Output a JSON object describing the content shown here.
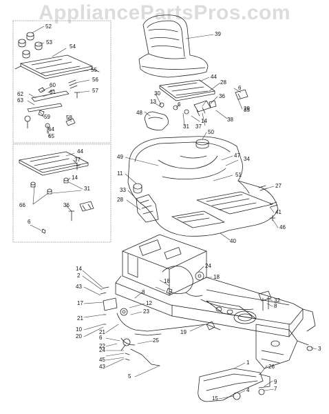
{
  "watermark": "AppliancePartsPros.com",
  "colors": {
    "line": "#222222",
    "box": "#999999",
    "background": "#ffffff",
    "watermark": "#dcdcdc"
  },
  "callouts": [
    "52",
    "53",
    "54",
    "55",
    "56",
    "57",
    "60",
    "61",
    "62",
    "63",
    "59",
    "58",
    "64",
    "65",
    "44",
    "37",
    "14",
    "31",
    "66",
    "36",
    "6",
    "39",
    "44",
    "28",
    "6",
    "29",
    "30",
    "13",
    "36",
    "48",
    "6",
    "14",
    "37",
    "31",
    "38",
    "50",
    "35",
    "49",
    "11",
    "33",
    "28",
    "47",
    "34",
    "51",
    "27",
    "41",
    "46",
    "40",
    "14",
    "2",
    "43",
    "17",
    "21",
    "10",
    "20",
    "21",
    "6",
    "22",
    "24",
    "45",
    "43",
    "5",
    "8",
    "12",
    "23",
    "25",
    "24",
    "18",
    "18",
    "19",
    "32",
    "8",
    "3",
    "1",
    "26",
    "9",
    "7",
    "15",
    "4"
  ]
}
